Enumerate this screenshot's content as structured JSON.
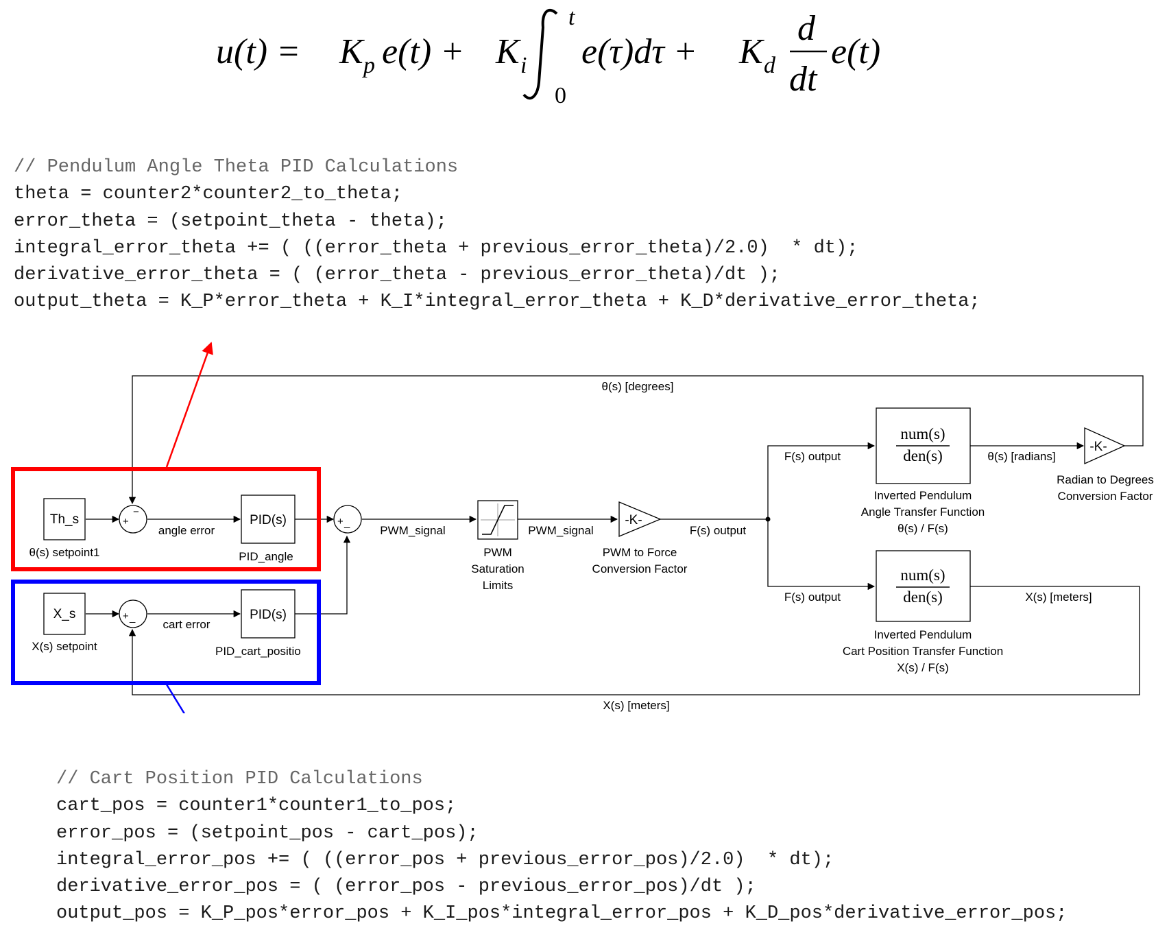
{
  "formula": {
    "lhs": "u(t) =",
    "kp": "K",
    "kp_sub": "p",
    "et": "e(t) +",
    "ki": "K",
    "ki_sub": "i",
    "int_upper": "t",
    "int_lower": "0",
    "integrand": "e(τ)dτ +",
    "kd": "K",
    "kd_sub": "d",
    "d_num": "d",
    "d_den": "dt",
    "tail": "e(t)"
  },
  "code_theta": {
    "comment": "// Pendulum Angle Theta PID Calculations",
    "lines": [
      "theta = counter2*counter2_to_theta;",
      "error_theta = (setpoint_theta - theta);",
      "integral_error_theta += ( ((error_theta + previous_error_theta)/2.0)  * dt);",
      "derivative_error_theta = ( (error_theta - previous_error_theta)/dt );",
      "output_theta = K_P*error_theta + K_I*integral_error_theta + K_D*derivative_error_theta;"
    ]
  },
  "code_pos": {
    "comment": "// Cart Position PID Calculations",
    "lines": [
      "cart_pos = counter1*counter1_to_pos;",
      "error_pos = (setpoint_pos - cart_pos);",
      "integral_error_pos += ( ((error_pos + previous_error_pos)/2.0)  * dt);",
      "derivative_error_pos = ( (error_pos - previous_error_pos)/dt );",
      "output_pos = K_P_pos*error_pos + K_I_pos*integral_error_pos + K_D_pos*derivative_error_pos;"
    ]
  },
  "diagram": {
    "colors": {
      "angle_highlight": "#ff0000",
      "cart_highlight": "#0000ff",
      "lines": "#000000"
    },
    "th_s": {
      "text": "Th_s",
      "caption": "θ(s) setpoint1"
    },
    "x_s": {
      "text": "X_s",
      "caption": "X(s) setpoint"
    },
    "sum_angle": {
      "plus": "+",
      "minus": "−"
    },
    "sum_cart": {
      "plus": "+",
      "minus": "_"
    },
    "sum_main": {
      "plus": "+",
      "minus": "_"
    },
    "angle_error": "angle error",
    "cart_error": "cart error",
    "pid_angle": {
      "text": "PID(s)",
      "caption": "PID_angle"
    },
    "pid_cart": {
      "text": "PID(s)",
      "caption": "PID_cart_positio"
    },
    "pwm_signal_1": "PWM_signal",
    "pwm_signal_2": "PWM_signal",
    "saturation_caption": [
      "PWM",
      "Saturation",
      "Limits"
    ],
    "gain_pwm": {
      "text": "-K-",
      "caption": [
        "PWM to Force",
        "Conversion Factor"
      ]
    },
    "f_output_main": "F(s) output",
    "f_output_top": "F(s) output",
    "f_output_bottom": "F(s) output",
    "tf_angle": {
      "num": "num(s)",
      "den": "den(s)",
      "caption": [
        "Inverted Pendulum",
        "Angle Transfer Function",
        "θ(s) / F(s)"
      ]
    },
    "tf_cart": {
      "num": "num(s)",
      "den": "den(s)",
      "caption": [
        "Inverted Pendulum",
        "Cart Position Transfer Function",
        "X(s) / F(s)"
      ]
    },
    "theta_radians": "θ(s) [radians]",
    "gain_rad": {
      "text": "-K-",
      "caption": [
        "Radian to Degrees",
        "Conversion Factor"
      ]
    },
    "theta_degrees": "θ(s) [degrees]",
    "x_meters_right": "X(s) [meters]",
    "x_meters_bottom": "X(s) [meters]"
  }
}
